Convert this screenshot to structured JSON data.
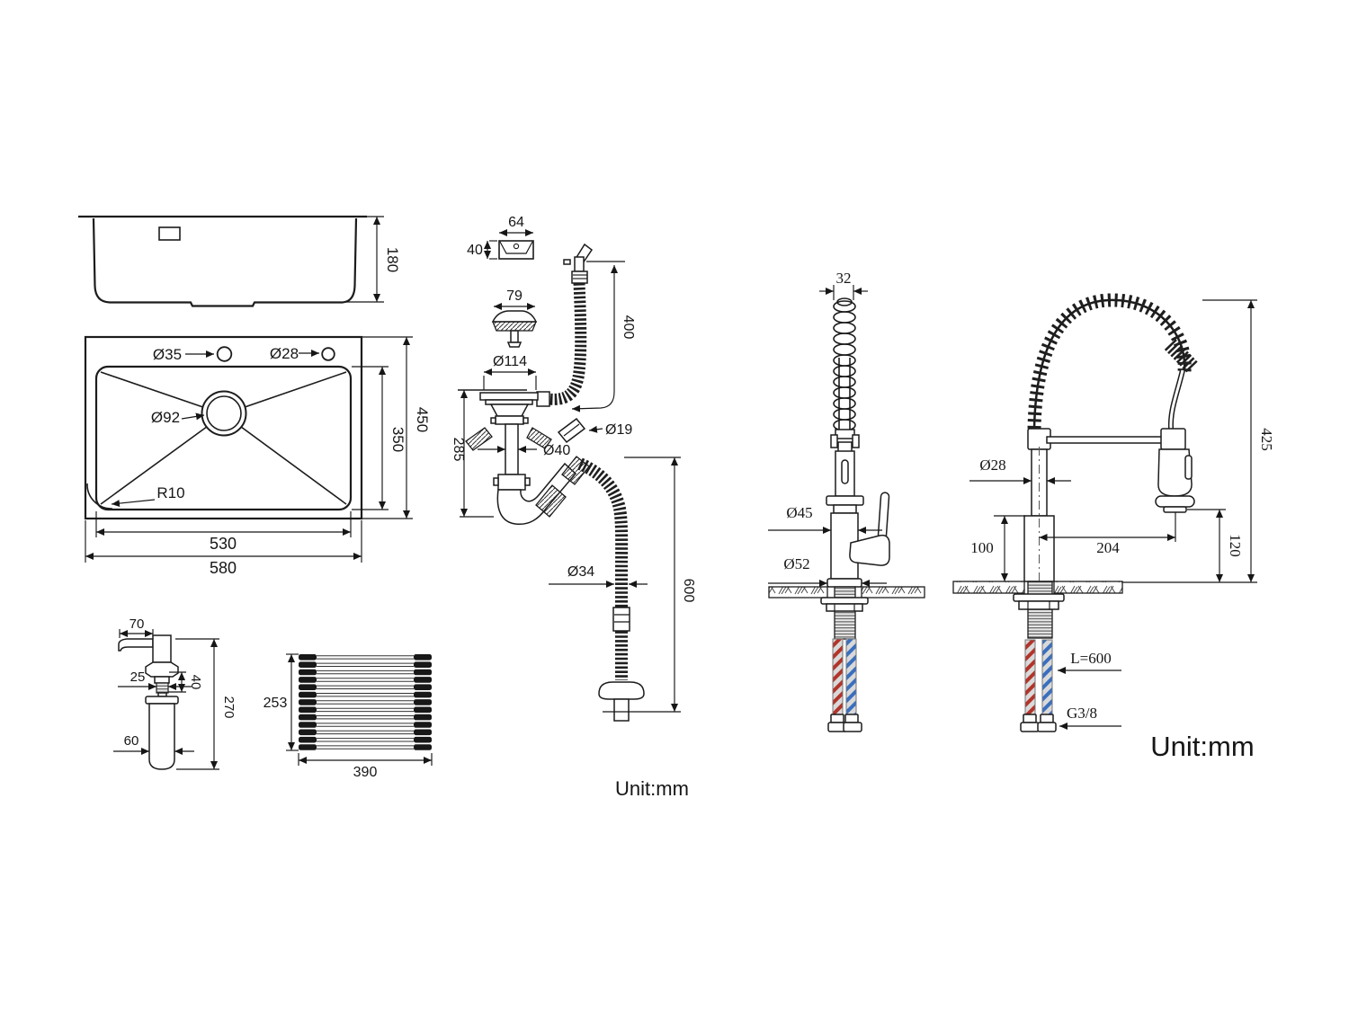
{
  "meta": {
    "unit_label_plumbing": "Unit:mm",
    "unit_label_faucet": "Unit:mm"
  },
  "sink_side_view": {
    "depth": "180"
  },
  "sink_top_view": {
    "faucet_hole_left": "Ø35",
    "faucet_hole_right": "Ø28",
    "drain_hole": "Ø92",
    "corner_radius": "R10",
    "bowl_depth": "350",
    "overall_depth": "450",
    "bowl_width": "530",
    "overall_width": "580"
  },
  "soap_dispenser": {
    "spout_length": "70",
    "thread_diameter": "25",
    "thread_height": "40",
    "total_height": "270",
    "bottle_diameter": "60"
  },
  "drying_rack": {
    "depth": "253",
    "width": "390"
  },
  "drain_kit": {
    "overflow_cover_width": "64",
    "overflow_cover_height": "40",
    "strainer_diameter": "79",
    "flange_diameter": "Ø114",
    "overflow_hose_length": "400",
    "trap_drop": "285",
    "overflow_pipe_diameter": "Ø19",
    "tailpipe_diameter": "Ø40",
    "waste_hose_diameter": "Ø34",
    "waste_hose_length": "600"
  },
  "faucet_front_view": {
    "spring_width": "32",
    "body_diameter": "Ø45",
    "base_diameter": "Ø52"
  },
  "faucet_side_view": {
    "pipe_diameter": "Ø28",
    "base_height": "100",
    "spout_reach": "204",
    "spout_clearance": "120",
    "total_height": "425",
    "supply_hose_length": "L=600",
    "supply_thread": "G3/8"
  },
  "colors": {
    "line": "#1c1c1c",
    "hot_hose_stripe": "#b2342a",
    "cold_hose_stripe": "#3a6fbf",
    "hose_body": "#d9d9d9"
  }
}
